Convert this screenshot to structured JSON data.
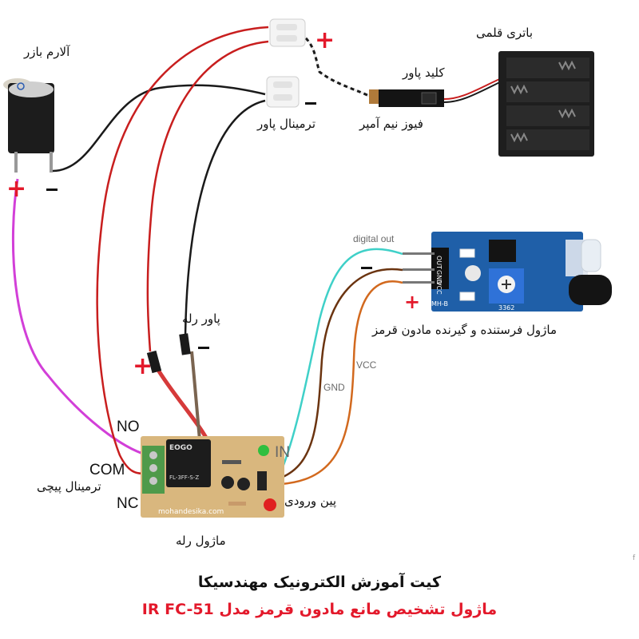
{
  "diagram": {
    "title": "کیت آموزش الکترونیک مهندسیکا",
    "subtitle": "ماژول تشخیص مانع مادون قرمز  مدل  IR FC-51",
    "corner_mark": "f"
  },
  "components": {
    "buzzer": {
      "label": "آلارم بازر",
      "plus": "+",
      "minus": "−"
    },
    "power_terminal": {
      "label": "ترمینال پاور",
      "plus": "+",
      "minus": "−"
    },
    "fuse": {
      "label": "فیوز نیم آمپر"
    },
    "power_switch": {
      "label": "کلید پاور"
    },
    "battery": {
      "label": "باتری قلمی"
    },
    "ir_module": {
      "label": "ماژول فرستنده و گیرنده مادون قرمز",
      "pins": [
        "OUT",
        "GND",
        "VCC"
      ],
      "board_mark": "MH-B",
      "pot_code": "3362",
      "plus": "+",
      "minus": "−"
    },
    "relay_module": {
      "label": "ماژول رله",
      "brand": "EOGO",
      "relay_model": "FL-3FF-S-Z",
      "website": "mohandesika.com",
      "screw_terminal_label": "ترمینال پیچی",
      "input_pins_label": "پین ورودی",
      "relay_power_label": "پاور رله",
      "contacts": [
        "NO",
        "COM",
        "NC"
      ],
      "in_label": "IN",
      "plus": "+",
      "minus": "−"
    }
  },
  "wire_labels": {
    "digital_out": "digital out",
    "gnd": "GND",
    "vcc": "VCC"
  },
  "colors": {
    "accent_red": "#e3192b",
    "wire_red": "#c81e1e",
    "wire_black": "#1a1a1a",
    "wire_pink": "#d23fd8",
    "wire_cyan": "#3fd0c8",
    "wire_brown": "#6b3410",
    "wire_orange": "#d2691e",
    "pcb_blue": "#1f5fa8",
    "pcb_tan": "#d9b77e"
  }
}
